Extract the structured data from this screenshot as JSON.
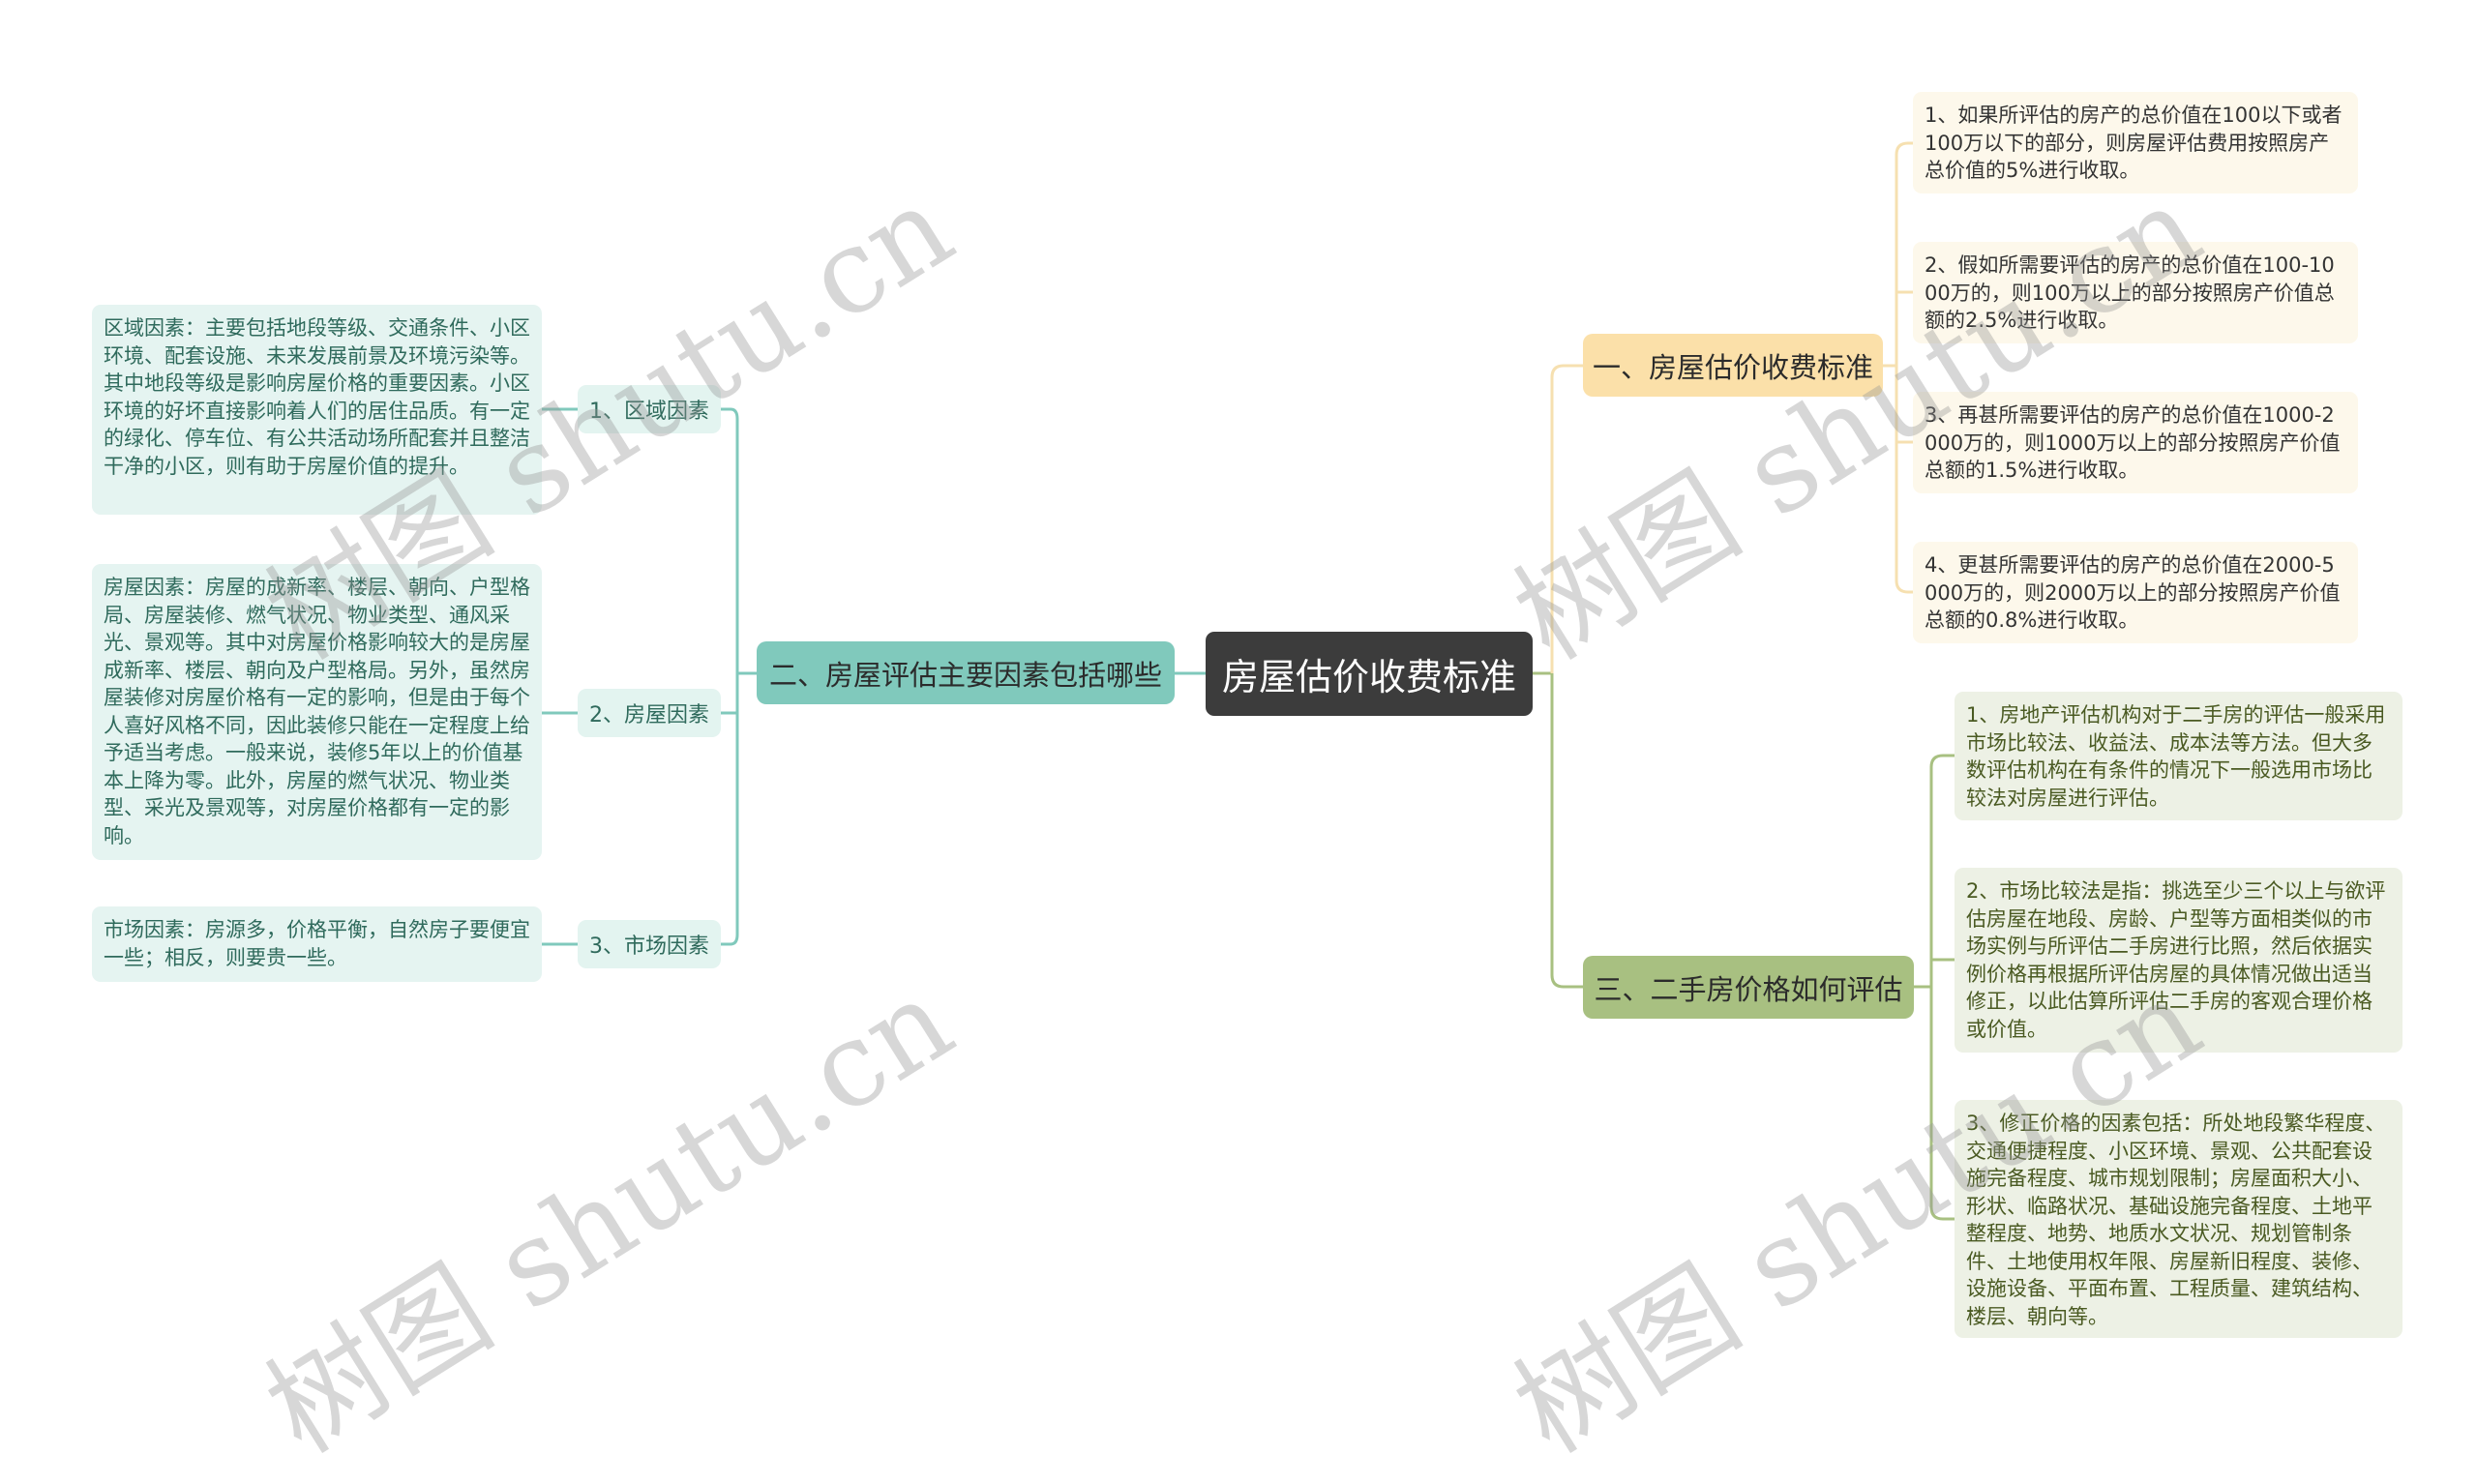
{
  "root": {
    "label": "房屋估价收费标准"
  },
  "branches": [
    {
      "label": "一、房屋估价收费标准",
      "color": "#fbe0a9",
      "children": [
        {
          "text": "1、如果所评估的房产的总价值在100以下或者100万以下的部分，则房屋评估费用按照房产总价值的5%进行收取。"
        },
        {
          "text": "2、假如所需要评估的房产的总价值在100-1000万的，则100万以上的部分按照房产价值总额的2.5%进行收取。"
        },
        {
          "text": "3、再甚所需要评估的房产的总价值在1000-2000万的，则1000万以上的部分按照房产价值总额的1.5%进行收取。"
        },
        {
          "text": "4、更甚所需要评估的房产的总价值在2000-5000万的，则2000万以上的部分按照房产价值总额的0.8%进行收取。"
        }
      ]
    },
    {
      "label": "二、房屋评估主要因素包括哪些",
      "color": "#80c9bc",
      "children": [
        {
          "label": "1、区域因素",
          "text": "区域因素：主要包括地段等级、交通条件、小区环境、配套设施、未来发展前景及环境污染等。其中地段等级是影响房屋价格的重要因素。小区环境的好坏直接影响着人们的居住品质。有一定的绿化、停车位、有公共活动场所配套并且整洁干净的小区，则有助于房屋价值的提升。"
        },
        {
          "label": "2、房屋因素",
          "text": "房屋因素：房屋的成新率、楼层、朝向、户型格局、房屋装修、燃气状况、物业类型、通风采光、景观等。其中对房屋价格影响较大的是房屋成新率、楼层、朝向及户型格局。另外，虽然房屋装修对房屋价格有一定的影响，但是由于每个人喜好风格不同，因此装修只能在一定程度上给予适当考虑。一般来说，装修5年以上的价值基本上降为零。此外，房屋的燃气状况、物业类型、采光及景观等，对房屋价格都有一定的影响。"
        },
        {
          "label": "3、市场因素",
          "text": "市场因素：房源多，价格平衡，自然房子要便宜一些；相反，则要贵一些。"
        }
      ]
    },
    {
      "label": "三、二手房价格如何评估",
      "color": "#a8c081",
      "children": [
        {
          "text": "1、房地产评估机构对于二手房的评估一般采用市场比较法、收益法、成本法等方法。但大多数评估机构在有条件的情况下一般选用市场比较法对房屋进行评估。"
        },
        {
          "text": "2、市场比较法是指：挑选至少三个以上与欲评估房屋在地段、房龄、户型等方面相类似的市场实例与所评估二手房进行比照，然后依据实例价格再根据所评估房屋的具体情况做出适当修正，以此估算所评估二手房的客观合理价格或价值。"
        },
        {
          "text": "3、修正价格的因素包括：所处地段繁华程度、交通便捷程度、小区环境、景观、公共配套设施完备程度、城市规划限制；房屋面积大小、形状、临路状况、基础设施完备程度、土地平整程度、地势、地质水文状况、规划管制条件、土地使用权年限、房屋新旧程度、装修、设施设备、平面布置、工程质量、建筑结构、楼层、朝向等。"
        }
      ]
    }
  ],
  "watermark": {
    "text": "树图 shutu.cn"
  },
  "colors": {
    "root_bg": "#3c3c3c",
    "teal_line": "#80c9bc",
    "yellow_line": "#f6e0b0",
    "green_line": "#a8c081"
  }
}
